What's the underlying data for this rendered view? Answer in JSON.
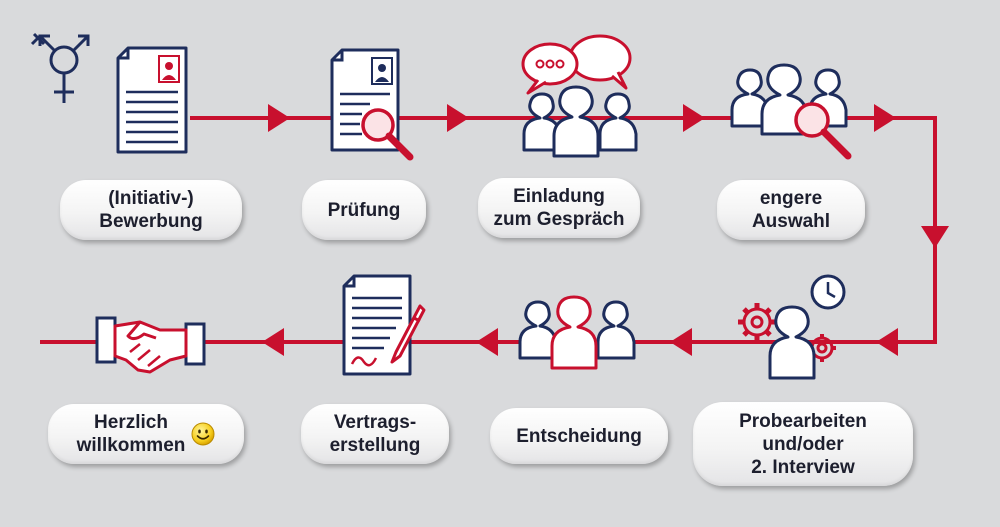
{
  "steps": [
    {
      "label": "(Initiativ-)\nBewerbung"
    },
    {
      "label": "Prüfung"
    },
    {
      "label": "Einladung\nzum Gespräch"
    },
    {
      "label": "engere\nAuswahl"
    },
    {
      "label": "Probearbeiten\nund/oder\n2. Interview"
    },
    {
      "label": "Entscheidung"
    },
    {
      "label": "Vertrags-\nerstellung"
    },
    {
      "label": "Herzlich\nwillkommen"
    }
  ],
  "colors": {
    "accent": "#c8102e",
    "navy": "#1e2d5c",
    "background": "#d9dadc",
    "pill_text": "#1d1f2e"
  },
  "icons": [
    "gender-symbol-icon",
    "application-document-icon",
    "document-magnifier-icon",
    "speech-bubbles-group-icon",
    "group-magnifier-icon",
    "gears-clock-person-icon",
    "group-decision-icon",
    "contract-signing-icon",
    "handshake-icon",
    "smiley-icon"
  ]
}
